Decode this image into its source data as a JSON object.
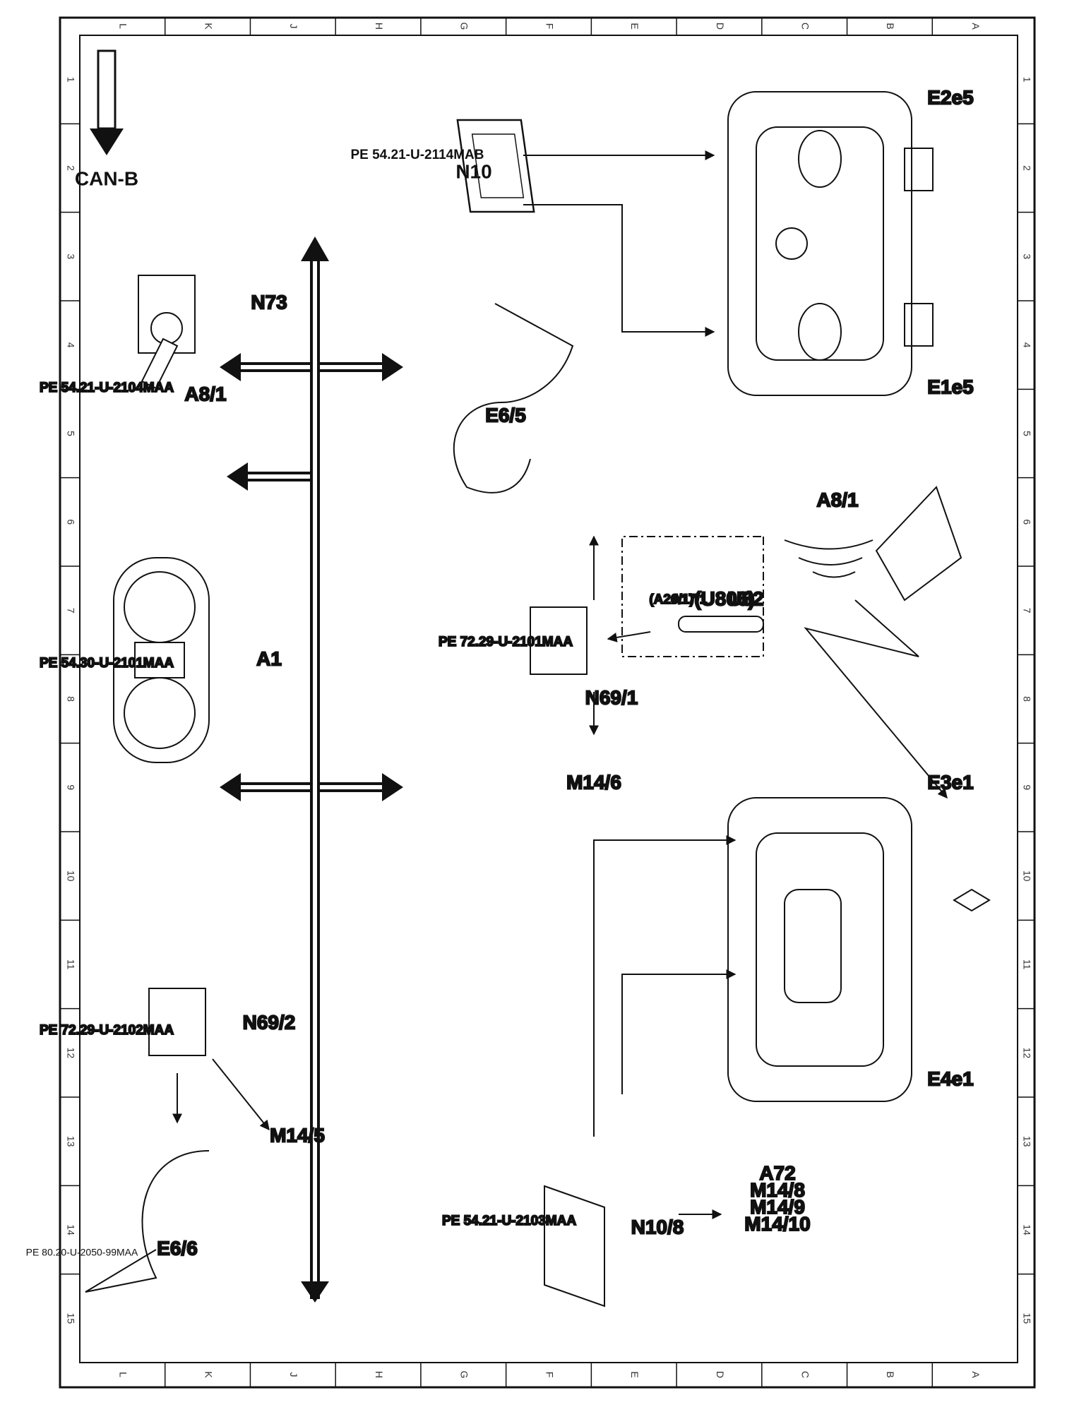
{
  "grid": {
    "columns": [
      "L",
      "K",
      "J",
      "H",
      "G",
      "F",
      "E",
      "D",
      "C",
      "B",
      "A"
    ],
    "rows": [
      "1",
      "2",
      "3",
      "4",
      "5",
      "6",
      "7",
      "8",
      "9",
      "10",
      "11",
      "12",
      "13",
      "14",
      "15"
    ]
  },
  "bus_label": "CAN-B",
  "doc_id": "PE 80.20-U-2050-99MAA",
  "labels": {
    "n10": "N10",
    "n10_ref": "PE 54.21-U-2114MAB",
    "e2e5": "E2e5",
    "e1e5": "E1e5",
    "n73": "N73",
    "a81_key": "A8/1",
    "n73_ref": "PE 54.21-U-2104MAA",
    "a1": "A1",
    "a1_ref": "PE 54.30-U-2101MAA",
    "n692": "N69/2",
    "n692_ref": "PE 72.29-U-2102MAA",
    "m145": "M14/5",
    "e66": "E6/6",
    "e65": "E6/5",
    "n691": "N69/1",
    "n691_ref": "PE 72.29-U-2101MAA",
    "m146": "M14/6",
    "u82": "U82",
    "u806": "(U806)",
    "a171": "A17/1",
    "a261": "(A26/1)",
    "a81_remote": "A8/1",
    "e3e1": "E3e1",
    "e4e1": "E4e1",
    "n108": "N10/8",
    "n108_ref": "PE 54.21-U-2103MAA",
    "outputs": [
      "A72",
      "M14/8",
      "M14/9",
      "M14/10"
    ]
  }
}
